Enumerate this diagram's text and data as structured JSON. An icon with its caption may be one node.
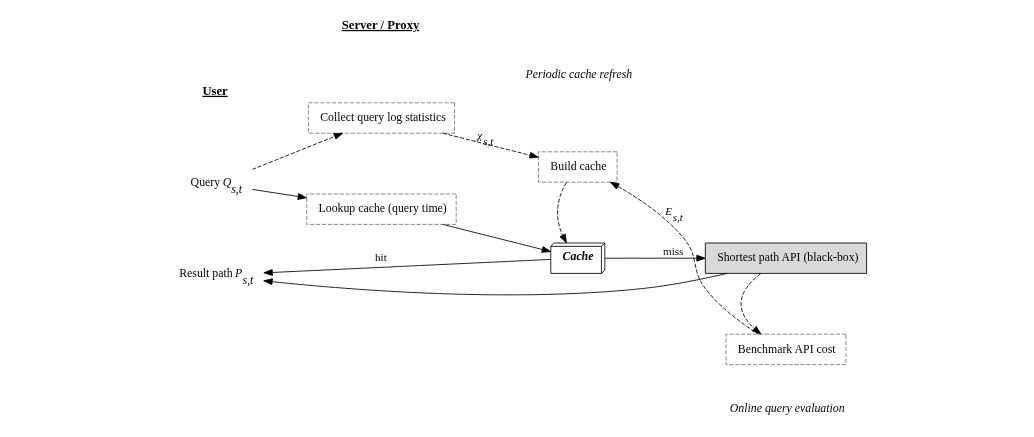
{
  "diagram": {
    "nodes": [
      {
        "text": [
          "Collect query log statistics"
        ]
      },
      {
        "text": [
          "Build cache"
        ]
      },
      {
        "text": [
          "Benchmark API cost"
        ]
      },
      {
        "text": [
          "Query *Q*$_{s,t}$"
        ]
      },
      {
        "text": [
          "Lookup cache (query time)"
        ]
      },
      {
        "text": [
          "Cache"
        ]
      },
      {
        "text": [
          "Shortest path API (black-box)"
        ]
      },
      {
        "text": [
          "Result path *P*$_{s,t}$"
        ]
      }
    ],
    "edges": [
      {
        "from": 3,
        "to": 0,
        "arrow": "to",
        "style": "dashed"
      },
      {
        "from": 0,
        "to": 1,
        "arrow": "to",
        "style": "dashed",
        "label": "*χ*$_{s,t}$"
      },
      {
        "from": 2,
        "to": 1,
        "arrow": "to",
        "style": "dashed",
        "label": "*E*$_{s,t}$"
      },
      {
        "from": 1,
        "to": 5,
        "arrow": "to",
        "style": "dashed"
      },
      {
        "from": 3,
        "to": 4,
        "arrow": "to"
      },
      {
        "from": 4,
        "to": 5,
        "arrow": "to"
      },
      {
        "from": 5,
        "to": 6,
        "arrow": "to",
        "label": "miss"
      },
      {
        "from": 6,
        "to": 2,
        "arrow": "to",
        "style": "dashed"
      },
      {
        "from": 5,
        "to": 7,
        "arrow": "to",
        "label": "hit"
      },
      {
        "from": 6,
        "to": 7,
        "arrow": "to"
      }
    ],
    "labels": [
      "User",
      "Server / Proxy",
      "Periodic cache refresh",
      "Online query evaluation"
    ]
  }
}
